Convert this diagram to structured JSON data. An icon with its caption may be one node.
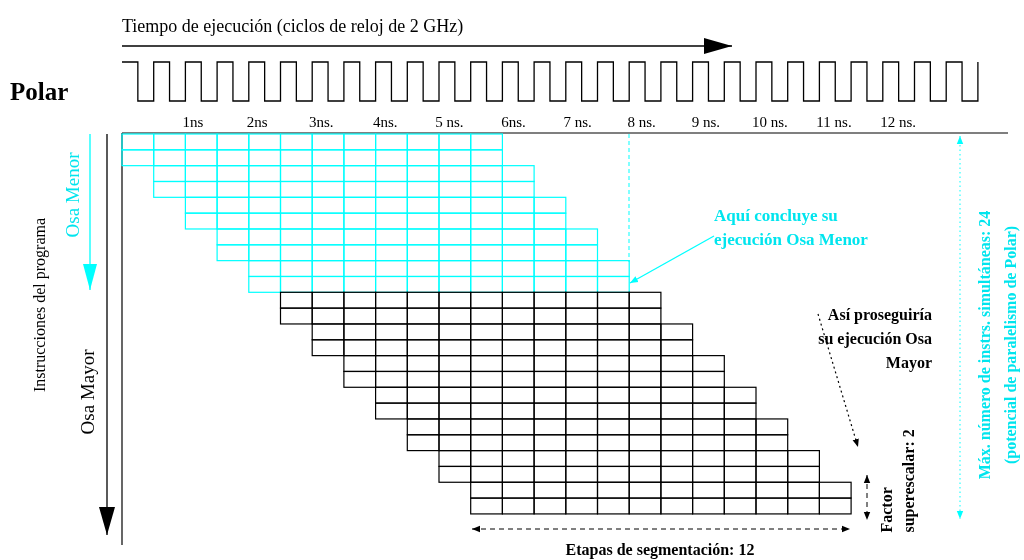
{
  "diagram": {
    "nodes": [
      {
        "text": [
          "Aquí concluye su ejecución Osa Menor"
        ]
      },
      {
        "text": [
          "Así proseguiría su ejecución Osa Mayor"
        ]
      }
    ],
    "edges": [
      {
        "from": 0,
        "to": null,
        "arrow": "to",
        "color": "#00ffff"
      },
      {
        "from": 1,
        "to": null,
        "arrow": "to",
        "style": "dashed",
        "color": "#000000"
      }
    ],
    "labels": [
      "Tiempo de ejecución (ciclos de reloj de 2 GHz)",
      "Polar",
      "1ns",
      "2ns",
      "3ns.",
      "4ns.",
      "5 ns.",
      "6ns.",
      "7 ns.",
      "8 ns.",
      "9 ns.",
      "10 ns.",
      "11 ns.",
      "12 ns.",
      "Instrucciones del programa",
      "Osa Menor",
      "Osa Mayor",
      "Máx. número de instrs. simultáneas: 24 (potencial de paralelismo de Polar)",
      "Factor superescalar: 2",
      "Etapas de segmentación: 12"
    ]
  }
}
